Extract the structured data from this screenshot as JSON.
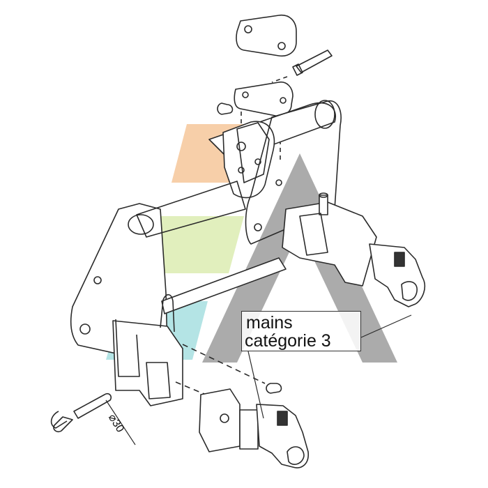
{
  "callout": {
    "line1": "mains",
    "line2": "catégorie 3"
  },
  "dimension": {
    "diameter_label": "⌀30"
  },
  "colors": {
    "logo_orange": "#f6c79a",
    "logo_green": "#dcecb2",
    "logo_cyan": "#a7dfe1",
    "logo_grey": "#9c9c9c",
    "line": "#2a2a2a"
  },
  "icons": [
    "hitch-frame-drawing",
    "hook-icon",
    "pin-icon",
    "clip-icon",
    "logo-watermark"
  ]
}
